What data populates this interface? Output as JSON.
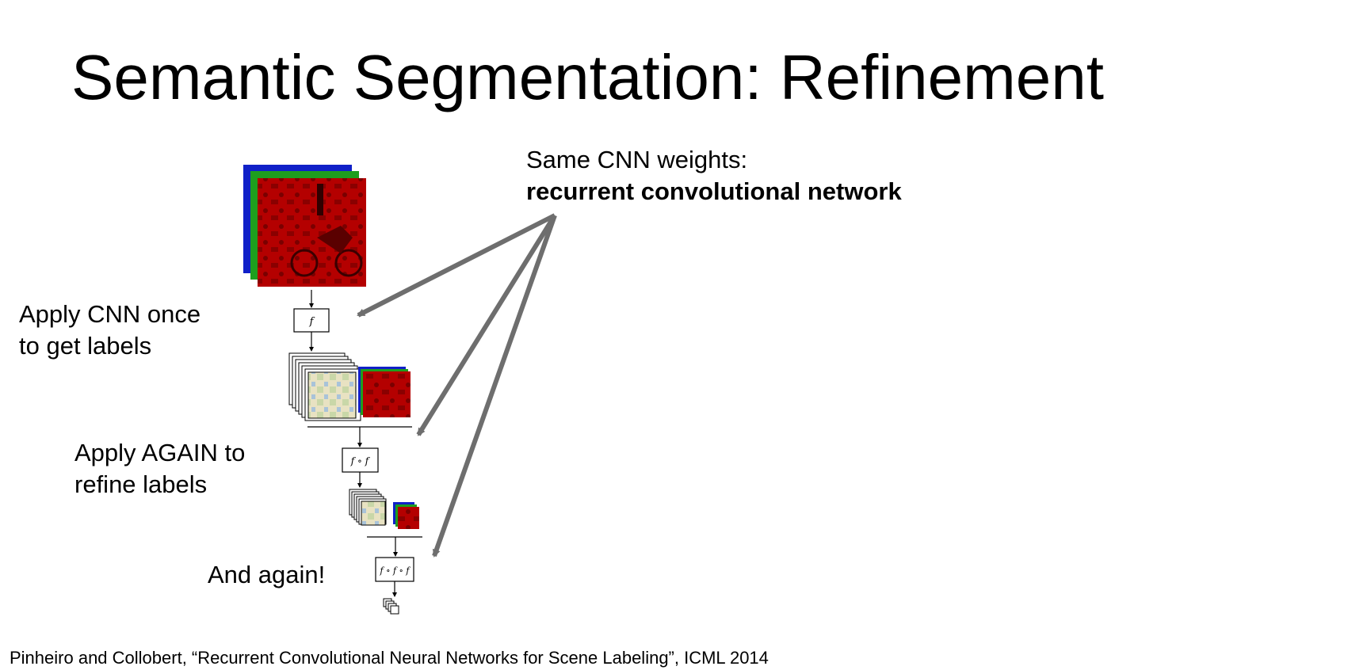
{
  "slide": {
    "title": "Semantic Segmentation: Refinement",
    "note_line1": "Same CNN weights:",
    "note_line2": "recurrent convolutional network",
    "step1_line1": "Apply CNN once",
    "step1_line2": "to get labels",
    "step2_line1": "Apply AGAIN to",
    "step2_line2": "refine labels",
    "step3": "And again!",
    "citation": "Pinheiro and Collobert, “Recurrent Convolutional Neural Networks for Scene Labeling”, ICML 2014"
  },
  "diagram": {
    "box1_label": "f",
    "box2_label": "f ∘ f",
    "box3_label": "f ∘ f ∘ f",
    "channel_colors": [
      "#1020c8",
      "#1e9e1e",
      "#c80c0c"
    ],
    "arrow_color": "#6e6e6e"
  }
}
